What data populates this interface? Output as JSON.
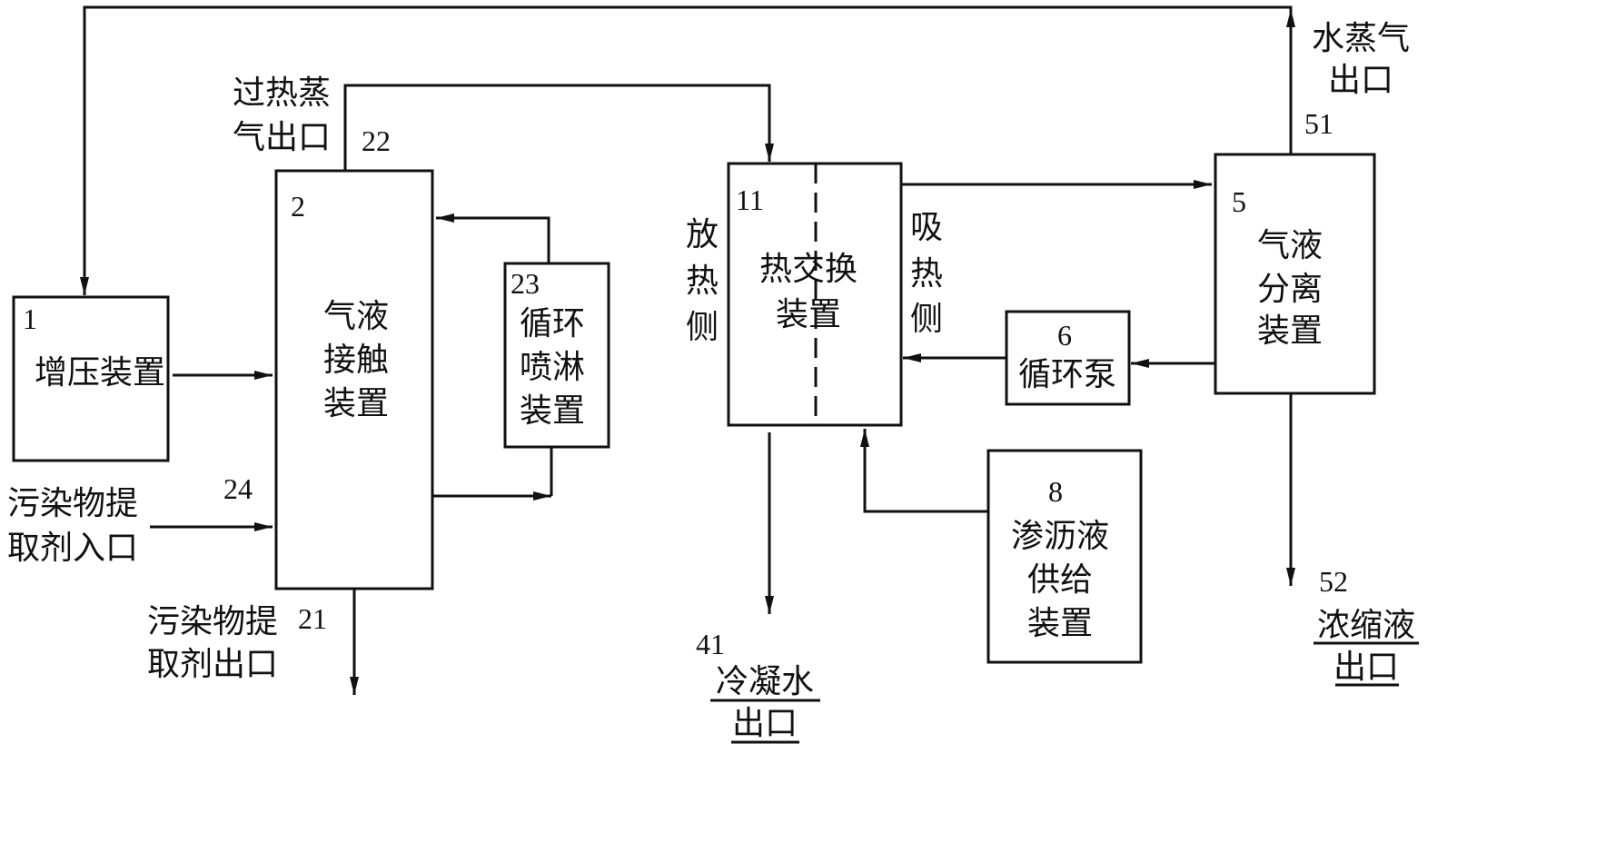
{
  "components": {
    "booster": {
      "number": "1",
      "label": "增压装置"
    },
    "contact": {
      "number": "2",
      "label_lines": [
        "气液",
        "接触",
        "装置"
      ]
    },
    "spray": {
      "number": "23",
      "label_lines": [
        "循环",
        "喷淋",
        "装置"
      ]
    },
    "heat_exchanger": {
      "number": "11",
      "label_lines": [
        "热交换",
        "装置"
      ]
    },
    "separator": {
      "number": "5",
      "label_lines": [
        "气液",
        "分离",
        "装置"
      ]
    },
    "pump": {
      "number": "6",
      "label": "循环泵"
    },
    "leachate": {
      "number": "8",
      "label_lines": [
        "渗沥液",
        "供给",
        "装置"
      ]
    }
  },
  "side_labels": {
    "release": [
      "放",
      "热",
      "侧"
    ],
    "absorb": [
      "吸",
      "热",
      "侧"
    ]
  },
  "ports": {
    "superheated_steam_outlet": {
      "number": "22",
      "label_lines": [
        "过热蒸",
        "气出口"
      ]
    },
    "extractant_inlet": {
      "number": "24",
      "label_lines": [
        "污染物提",
        "取剂入口"
      ]
    },
    "extractant_outlet": {
      "number": "21",
      "label_lines": [
        "污染物提",
        "取剂出口"
      ]
    },
    "vapor_outlet": {
      "number": "51",
      "label_lines": [
        "水蒸气",
        "出口"
      ]
    },
    "condensate_outlet": {
      "number": "41",
      "label_lines": [
        "冷凝水",
        "出口"
      ]
    },
    "concentrate_outlet": {
      "number": "52",
      "label_lines": [
        "浓缩液",
        "出口"
      ]
    }
  }
}
